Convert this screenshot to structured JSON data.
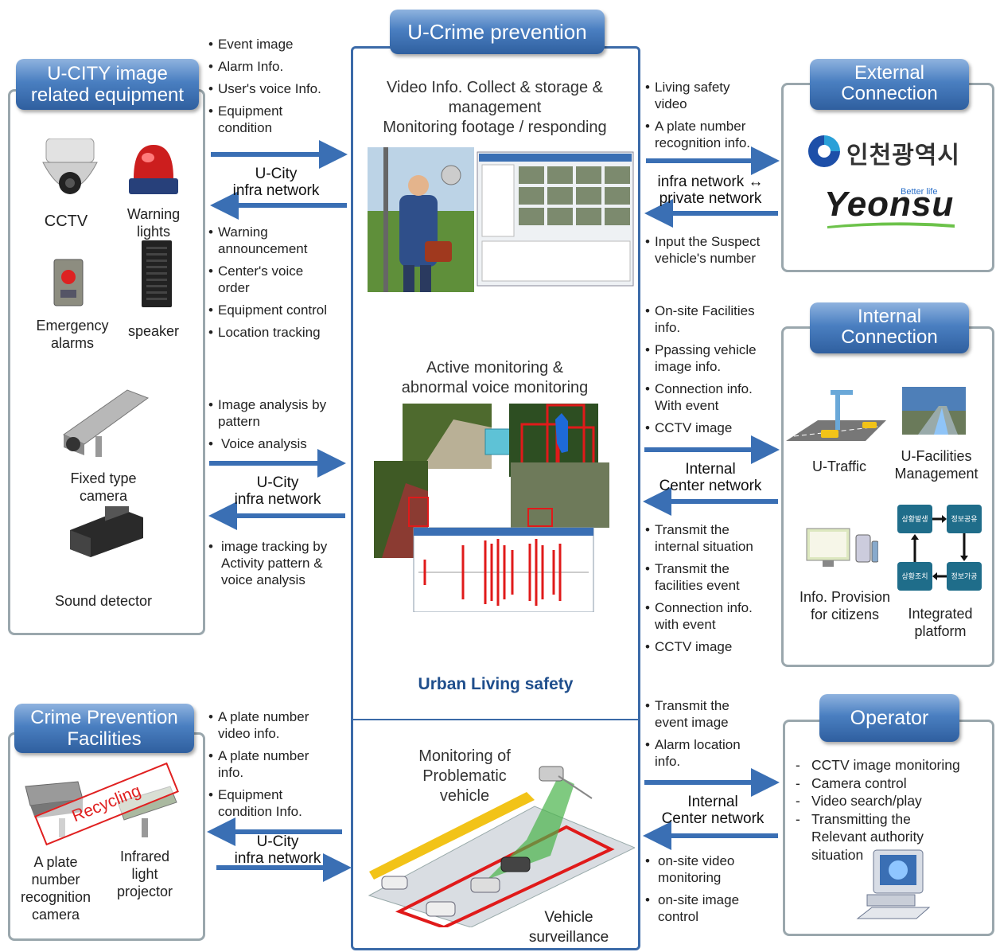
{
  "center": {
    "title": "U-Crime prevention",
    "section1_lines": [
      "Video Info. Collect & storage &",
      "management",
      "Monitoring footage / responding"
    ],
    "section2_lines": [
      "Active monitoring &",
      "abnormal voice monitoring"
    ],
    "urban_label": "Urban Living safety",
    "section3_lines": [
      "Monitoring of",
      "Problematic",
      "vehicle"
    ],
    "vehicle_label_lines": [
      "Vehicle",
      "surveillance"
    ]
  },
  "ucity": {
    "title_lines": [
      "U-CITY image",
      "related equipment"
    ],
    "cctv": "CCTV",
    "warning_lines": [
      "Warning",
      "lights"
    ],
    "emergency_lines": [
      "Emergency",
      "alarms"
    ],
    "speaker": "speaker",
    "fixed_lines": [
      "Fixed type",
      "camera"
    ],
    "sound": "Sound detector"
  },
  "left_top": {
    "out_items": [
      "Event image",
      "Alarm Info.",
      "User's voice Info.",
      "Equipment condition"
    ],
    "network_lines": [
      "U-City",
      "infra network"
    ],
    "in_items": [
      "Warning announcement",
      "Center's voice order",
      "Equipment control",
      "Location tracking"
    ]
  },
  "left_mid": {
    "out_items": [
      "Image analysis by pattern",
      "Voice analysis"
    ],
    "network_lines": [
      "U-City",
      "infra network"
    ],
    "in_items": [
      "image tracking by Activity pattern & voice analysis"
    ]
  },
  "crime": {
    "title_lines": [
      "Crime Prevention",
      "Facilities"
    ],
    "recycling": "Recycling",
    "plate_lines": [
      "A plate",
      "number",
      "recognition",
      "camera"
    ],
    "infrared_lines": [
      "Infrared",
      "light",
      "projector"
    ]
  },
  "left_bottom": {
    "items": [
      "A plate number video info.",
      "A plate number info.",
      "Equipment condition Info."
    ],
    "network_lines": [
      "U-City",
      "infra network"
    ]
  },
  "right_top": {
    "out_items": [
      "Living safety video",
      "A plate number recognition info."
    ],
    "network_lines": [
      "infra network ↔",
      "private network"
    ],
    "in_items": [
      "Input the Suspect vehicle's number"
    ]
  },
  "external": {
    "title_lines": [
      "External",
      "Connection"
    ],
    "logo1": "인천광역시",
    "logo2_main": "Yeonsu",
    "logo2_tag": "Better life"
  },
  "right_mid": {
    "out_items": [
      "On-site Facilities info.",
      "Ppassing vehicle image info.",
      "Connection info. With event",
      "CCTV image"
    ],
    "network_lines": [
      "Internal",
      "Center network"
    ],
    "in_items": [
      "Transmit the internal situation",
      "Transmit the facilities event",
      "Connection info. with event",
      "CCTV image"
    ]
  },
  "internal": {
    "title_lines": [
      "Internal",
      "Connection"
    ],
    "traffic": "U-Traffic",
    "facilities_lines": [
      "U-Facilities",
      "Management"
    ],
    "provision_lines": [
      "Info. Provision",
      "for citizens"
    ],
    "platform_lines": [
      "Integrated",
      "platform"
    ],
    "flow_labels": [
      "상황발생",
      "정보공유",
      "상황조치",
      "정보가공"
    ]
  },
  "right_bottom": {
    "out_items": [
      "Transmit the event image",
      "Alarm location info."
    ],
    "network_lines": [
      "Internal",
      "Center network"
    ],
    "in_items": [
      "on-site video monitoring",
      "on-site image control"
    ]
  },
  "operator": {
    "title": "Operator",
    "items": [
      "CCTV image monitoring",
      "Camera control",
      "Video search/play",
      "Transmitting the Relevant authority situation"
    ]
  },
  "colors": {
    "arrow": "#3a6fb4",
    "panel_border": "#9aa7ad",
    "accent": "#2f5f9f",
    "recycling_red": "#e02020"
  }
}
